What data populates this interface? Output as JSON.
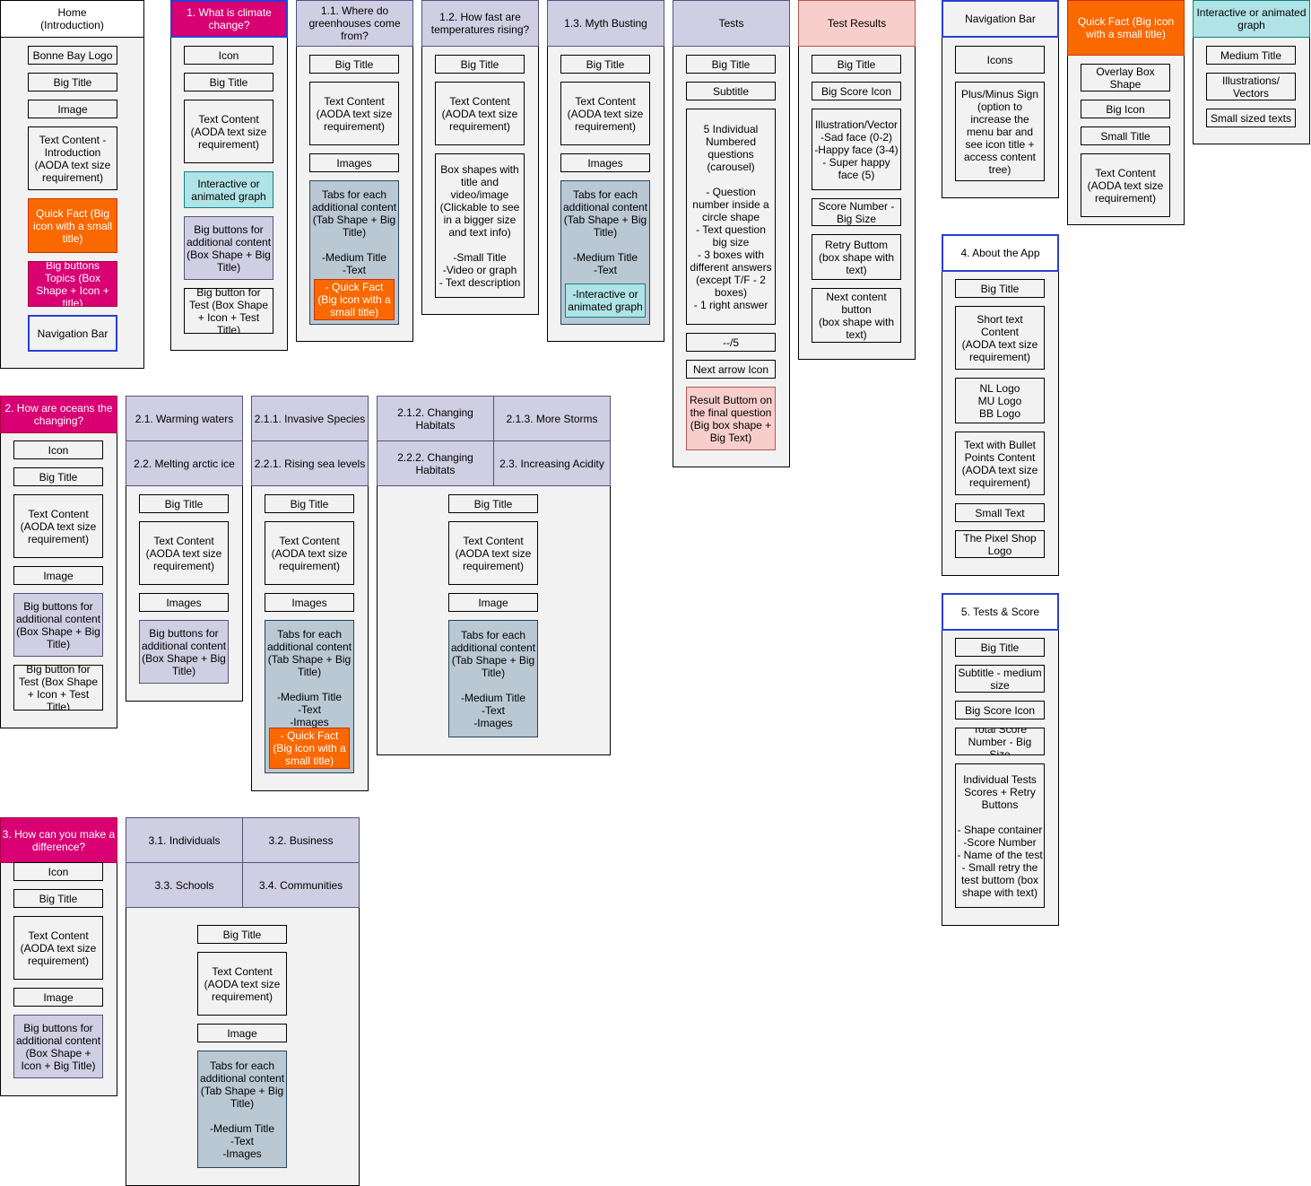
{
  "home": {
    "title": "Home\n(Introduction)",
    "items": [
      "Bonne Bay Logo",
      "Big Title",
      "Image",
      "Text Content -\nIntroduction\n(AODA text size\nrequirement)",
      "Quick Fact (Big icon with a small title)",
      "Big buttons Topics (Box Shape + Icon + title)",
      "Navigation Bar"
    ]
  },
  "t1": {
    "title": "1. What is climate change?",
    "items": [
      "Icon",
      "Big Title",
      "Text Content\n(AODA text size requirement)",
      "Interactive or animated graph",
      "Big buttons for additional content (Box Shape + Big Title)",
      "Big button for Test (Box Shape + Icon + Test Title)"
    ]
  },
  "t11": {
    "title": "1.1. Where do greenhouses come from?",
    "items": [
      "Big Title",
      "Text Content\n(AODA text size requirement)",
      "Images",
      "Tabs for each additional content (Tab Shape + Big Title)\n\n-Medium Title\n-Text",
      "- Quick Fact\n(Big icon with a small title)"
    ]
  },
  "t12": {
    "title": "1.2. How fast are temperatures rising?",
    "items": [
      "Big Title",
      "Text Content\n(AODA text size requirement)",
      "Box shapes with title and video/image (Clickable to see in a bigger size and text info)\n\n-Small Title\n-Video or graph\n- Text description"
    ]
  },
  "t13": {
    "title": "1.3. Myth Busting",
    "items": [
      "Big Title",
      "Text Content\n(AODA text size requirement)",
      "Images",
      "Tabs for each additional content (Tab Shape + Big Title)\n\n-Medium Title\n-Text",
      "-Interactive or animated graph"
    ]
  },
  "tests": {
    "title": "Tests",
    "items": [
      "Big Title",
      "Subtitle",
      "5 Individual Numbered questions (carousel)\n\n- Question number inside a circle shape\n- Text question big size\n- 3 boxes with different answers (except T/F - 2 boxes)\n- 1 right answer",
      "--/5",
      "Next arrow Icon",
      "Result Buttom on the final question (Big box shape + Big Text)"
    ]
  },
  "results": {
    "title": "Test Results",
    "items": [
      "Big Title",
      "Big Score Icon",
      "Illustration/Vector\n-Sad face (0-2)\n-Happy face (3-4)\n- Super happy face (5)",
      "Score Number - Big Size",
      "Retry Buttom (box shape with text)",
      "Next content button\n(box shape with text)"
    ]
  },
  "navbar": {
    "title": "Navigation Bar",
    "items": [
      "Icons",
      "Plus/Minus Sign (option to increase the menu bar and see icon title + access content tree)"
    ]
  },
  "quickfact": {
    "title": "Quick Fact (Big icon with a small title)",
    "items": [
      "Overlay Box Shape",
      "Big Icon",
      "Small Title",
      "Text Content\n(AODA text size requirement)"
    ]
  },
  "graph": {
    "title": "Interactive or animated graph",
    "items": [
      "Medium Title",
      "Illustrations/ Vectors",
      "Small sized texts"
    ]
  },
  "about": {
    "title": "4. About the App",
    "items": [
      "Big Title",
      "Short text Content\n(AODA text size requirement)",
      "NL Logo\nMU Logo\nBB Logo",
      "Text with Bullet Points Content (AODA text size requirement)",
      "Small Text",
      "The Pixel Shop Logo"
    ]
  },
  "score": {
    "title": "5. Tests & Score",
    "items": [
      "Big Title",
      "Subtitle - medium size",
      "Big Score Icon",
      "Total Score Number - Big Size",
      "Individual Tests Scores + Retry Buttons\n\n- Shape container\n-Score Number\n- Name of the test\n- Small retry the test buttom (box shape with text)"
    ]
  },
  "t2": {
    "title": "2. How are oceans the changing?",
    "items": [
      "Icon",
      "Big Title",
      "Text Content\n(AODA text size requirement)",
      "Image",
      "Big buttons for additional content (Box Shape + Big Title)",
      "Big button for Test (Box Shape + Icon + Test Title)"
    ]
  },
  "t21": {
    "titles": [
      "2.1. Warming waters",
      "2.2. Melting arctic ice"
    ],
    "items": [
      "Big Title",
      "Text Content\n(AODA text size requirement)",
      "Images",
      "Big buttons for additional content (Box Shape + Big Title)"
    ]
  },
  "t211": {
    "titles": [
      "2.1.1. Invasive Species",
      "2.2.1. Rising sea levels"
    ],
    "items": [
      "Big Title",
      "Text Content\n(AODA text size requirement)",
      "Images",
      "Tabs for each additional content (Tab Shape + Big Title)\n\n-Medium Title\n-Text\n-Images",
      "- Quick Fact\n(Big icon with a small title)"
    ]
  },
  "t212": {
    "titles": [
      "2.1.2. Changing Habitats",
      "2.1.3. More Storms",
      "2.2.2. Changing Habitats",
      "2.3. Increasing Acidity"
    ],
    "items": [
      "Big Title",
      "Text Content\n(AODA text size requirement)",
      "Image",
      "Tabs for each additional content (Tab Shape + Big Title)\n\n-Medium Title\n-Text\n-Images"
    ]
  },
  "t3": {
    "title": "3. How can you make a difference?",
    "items": [
      "Icon",
      "Big Title",
      "Text Content\n(AODA text size requirement)",
      "Image",
      "Big buttons for additional content (Box Shape + Icon + Big Title)"
    ]
  },
  "t31": {
    "titles": [
      "3.1. Individuals",
      "3.2. Business",
      "3.3. Schools",
      "3.4. Communities"
    ],
    "items": [
      "Big Title",
      "Text Content\n(AODA text size requirement)",
      "Image",
      "Tabs for each additional content (Tab Shape + Big Title)\n\n-Medium Title\n-Text\n-Images"
    ]
  }
}
